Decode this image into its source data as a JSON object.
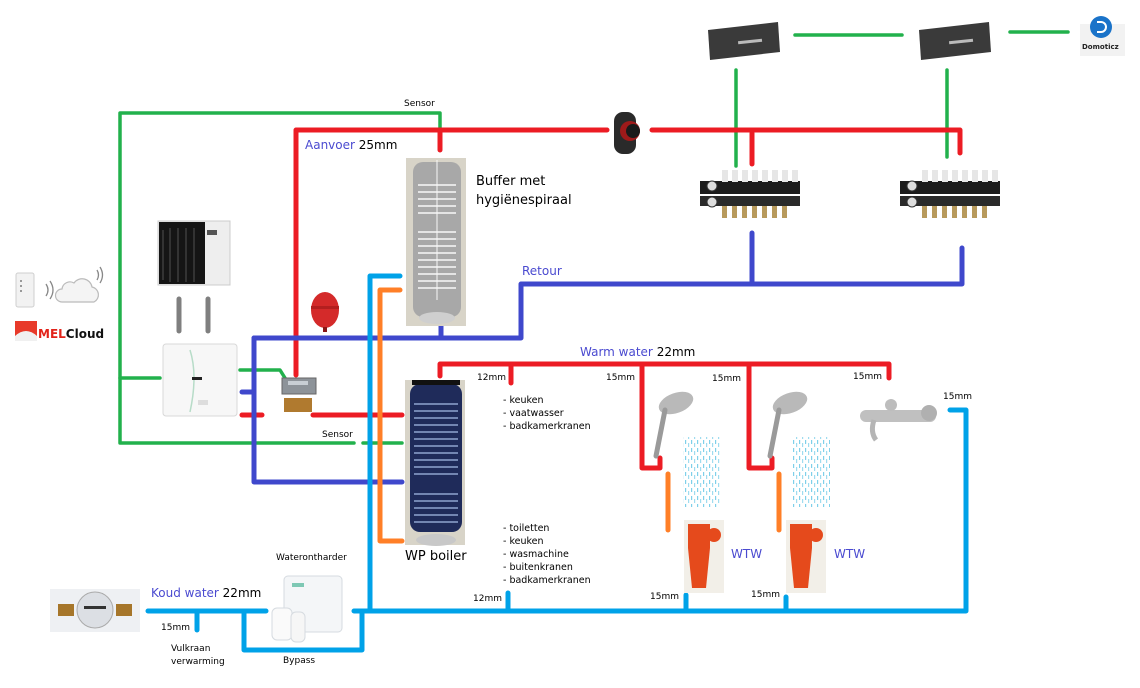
{
  "diagram": {
    "type": "heating-and-water-schematic",
    "colors": {
      "supply_red": "#ec1c24",
      "return_blue": "#3f48cc",
      "cold_water": "#00a2e8",
      "sensor_green": "#22b14c",
      "wtw_orange": "#ff7f27",
      "refrigerant_gray": "#7f7f7f",
      "label_blue": "#4a4ad0"
    },
    "labels": {
      "aanvoer": "Aanvoer",
      "aanvoer_size": "25mm",
      "retour": "Retour",
      "sensor_top": "Sensor",
      "sensor_mid": "Sensor",
      "buffer_line1": "Buffer met",
      "buffer_line2": "hygiënespiraal",
      "warm_water": "Warm water",
      "warm_water_size": "22mm",
      "wp_boiler": "WP boiler",
      "koud_water": "Koud water",
      "koud_water_size": "22mm",
      "waterontharder": "Waterontharder",
      "bypass": "Bypass",
      "vulkraan_line1": "Vulkraan",
      "vulkraan_line2": "verwarming",
      "wtw_1": "WTW",
      "wtw_2": "WTW",
      "domoticz": "Domoticz",
      "melcloud": "MELCloud"
    },
    "pipe_sizes": {
      "warm_kitchen": "12mm",
      "warm_shower1": "15mm",
      "warm_shower2": "15mm",
      "warm_bath": "15mm",
      "cold_bath": "15mm",
      "cold_main_tap": "12mm",
      "cold_shower1": "15mm",
      "cold_shower2": "15mm",
      "vulkraan": "15mm"
    },
    "warm_taps": [
      "keuken",
      "vaatwasser",
      "badkamerkranen"
    ],
    "cold_taps": [
      "toiletten",
      "keuken",
      "wasmachine",
      "buitenkranen",
      "badkamerkranen"
    ],
    "components": [
      "melcloud-wifi-adapter",
      "cloud",
      "outdoor-heatpump-unit",
      "indoor-hydrobox",
      "expansion-vessel",
      "three-way-valve",
      "buffer-tank",
      "circulation-pump",
      "floor-heating-controller-1",
      "floor-heating-controller-2",
      "domoticz-logo",
      "manifold-1",
      "manifold-2",
      "wp-boiler",
      "shower-1",
      "shower-2",
      "bath-tap",
      "wtw-1",
      "wtw-2",
      "water-meter",
      "water-softener"
    ]
  }
}
